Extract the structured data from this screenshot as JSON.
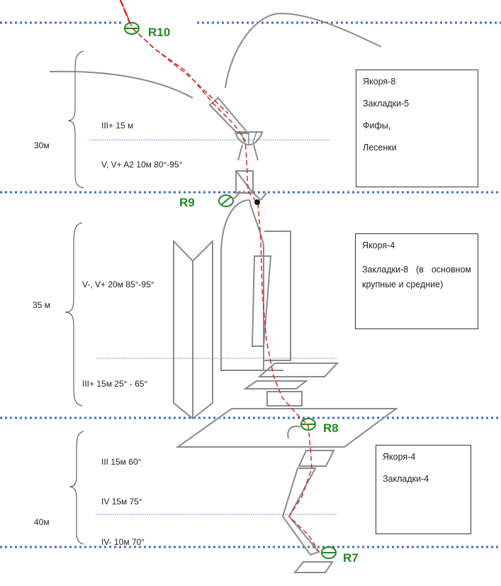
{
  "colors": {
    "pitch_divider": "#3a6fd0",
    "guide_line": "#7f97d8",
    "route": "#d42a2a",
    "anchor": "#1f8a1f",
    "rock": "#8a8a8a"
  },
  "anchors": [
    "R10",
    "R9",
    "R8",
    "R7"
  ],
  "pitches": [
    {
      "length": "30м",
      "grades": [
        "III+ 15 м",
        "V, V+ A2 10м 80°-95°"
      ],
      "gear": [
        "Якоря-8",
        "Закладки-5",
        "Фифы,",
        "Лесенки"
      ]
    },
    {
      "length": "35 м",
      "grades": [
        "V-, V+  20м 85°-95°",
        "III+ 15м 25° - 65°"
      ],
      "gear": [
        "Якоря-4",
        "Закладки-8 (в основном крупные и средние)"
      ]
    },
    {
      "length": "40м",
      "grades": [
        "III 15м 60°",
        "IV 15м 75°",
        "IV- 10м 70°"
      ],
      "gear": [
        "Якоря-4",
        "Закладки-4"
      ]
    }
  ]
}
